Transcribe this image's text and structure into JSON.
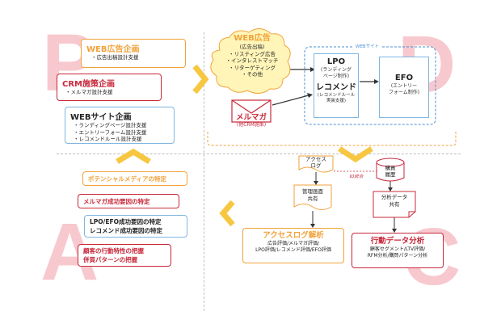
{
  "quadrant_letters": {
    "p": "P",
    "d": "D",
    "c": "C",
    "a": "A"
  },
  "plan": {
    "web_ad": {
      "title": "WEB広告企画",
      "items": [
        "・広告出稿設計支援"
      ]
    },
    "crm": {
      "title": "CRM施策企画",
      "items": [
        "・メルマガ設計支援"
      ]
    },
    "website": {
      "title": "WEBサイト企画",
      "items": [
        "・ランディングページ設計支援",
        "・エントリーフォーム設計支援",
        "・レコメンドルール設計支援"
      ]
    }
  },
  "do": {
    "web_ad_cloud": {
      "title": "WEB広告",
      "sub": "(広告出稿)",
      "items": [
        "・リスティング広告",
        "・インタレストマッチ",
        "・リターゲティング",
        "・その他"
      ]
    },
    "mail": {
      "title": "メルマガ",
      "sub": "(他CRM施策)"
    },
    "website_label": "WEBサイト",
    "lpo": {
      "title": "LPO",
      "sub": "(ランディング\nページ制作)"
    },
    "recommend": {
      "title": "レコメンド",
      "sub": "(レコメンドルール\n実装支援)"
    },
    "efo": {
      "title": "EFO",
      "sub": "(エントリー\nフォーム制作)"
    }
  },
  "check": {
    "access_log": "アクセス\nログ",
    "purchase_history": "購買\n履歴",
    "id_merge": "ID統合",
    "admin_share": "管理画面\n共有",
    "analysis_share": "分析データ\n共有",
    "access_analysis": {
      "title": "アクセスログ解析",
      "items": [
        "広告評価/メルマガ評価/",
        "LPO評価/レコメンド評価/EFO評価"
      ]
    },
    "behavior_analysis": {
      "title": "行動データ分析",
      "items": [
        "顧客セグメント/LTV評価/",
        "RFM分析/購買パターン分析"
      ]
    }
  },
  "act": {
    "items": [
      "ポテンシャルメディアの特定",
      "メルマガ成功要因の特定",
      "LPO/EFO成功要因の特定\nレコメンド成功要因の特定",
      "顧客の行動特性の把握\n併買パターンの把握"
    ]
  },
  "colors": {
    "orange": "#f2a23a",
    "red": "#c8283a",
    "blue": "#7fb6e2",
    "pink": "#f7c9cf",
    "yellow": "#f7c742"
  }
}
